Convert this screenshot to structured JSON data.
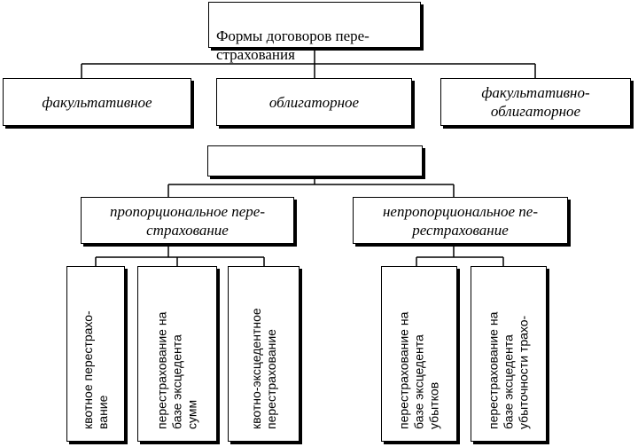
{
  "diagram": {
    "title": "Формы договоров пере-\nстрахования",
    "forms": [
      "факультативное",
      "облигаторное",
      "факультативно-\nоблигаторное"
    ],
    "middle": "",
    "branches": [
      "пропорциональное пере-\nстрахование",
      "непропорциональное пе-\nрестрахование"
    ],
    "leaves": [
      "квотное перестрахо-\nвание",
      "перестрахование на\nбазе эксцедента\nсумм",
      "квотно-эксцедентное\nперестрахование",
      "перестрахование на\nбазе эксцедента\nубытков",
      "перестрахование на\nбазе эксцедента\nубыточности трахо-"
    ]
  }
}
